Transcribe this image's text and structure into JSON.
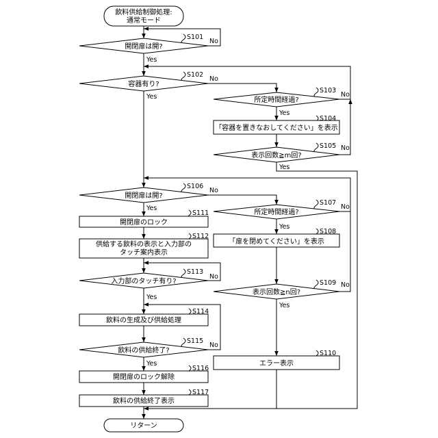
{
  "start": {
    "line1": "飲料供給制御処理:",
    "line2": "通常モード"
  },
  "end": {
    "label": "リターン"
  },
  "steps": {
    "s101": {
      "id": "S101",
      "text": "開閉扉は開?"
    },
    "s102": {
      "id": "S102",
      "text": "容器有り?"
    },
    "s103": {
      "id": "S103",
      "text": "所定時間経過?"
    },
    "s104": {
      "id": "S104",
      "text": "「容器を置きなおしてください」を表示"
    },
    "s105": {
      "id": "S105",
      "text": "表示回数≧m回?"
    },
    "s106": {
      "id": "S106",
      "text": "開閉扉は開?"
    },
    "s107": {
      "id": "S107",
      "text": "所定時間経過?"
    },
    "s108": {
      "id": "S108",
      "text": "「扉を閉めてください」を表示"
    },
    "s109": {
      "id": "S109",
      "text": "表示回数≧n回?"
    },
    "s110": {
      "id": "S110",
      "text": "エラー表示"
    },
    "s111": {
      "id": "S111",
      "text": "開閉扉のロック"
    },
    "s112": {
      "id": "S112",
      "line1": "供給する飲料の表示と入力部の",
      "line2": "タッチ案内表示"
    },
    "s113": {
      "id": "S113",
      "text": "入力部のタッチ有り?"
    },
    "s114": {
      "id": "S114",
      "text": "飲料の生成及び供給処理"
    },
    "s115": {
      "id": "S115",
      "text": "飲料の供給終了?"
    },
    "s116": {
      "id": "S116",
      "text": "開閉扉のロック解除"
    },
    "s117": {
      "id": "S117",
      "text": "飲料の供給終了表示"
    }
  },
  "branch": {
    "yes": "Yes",
    "no": "No"
  }
}
